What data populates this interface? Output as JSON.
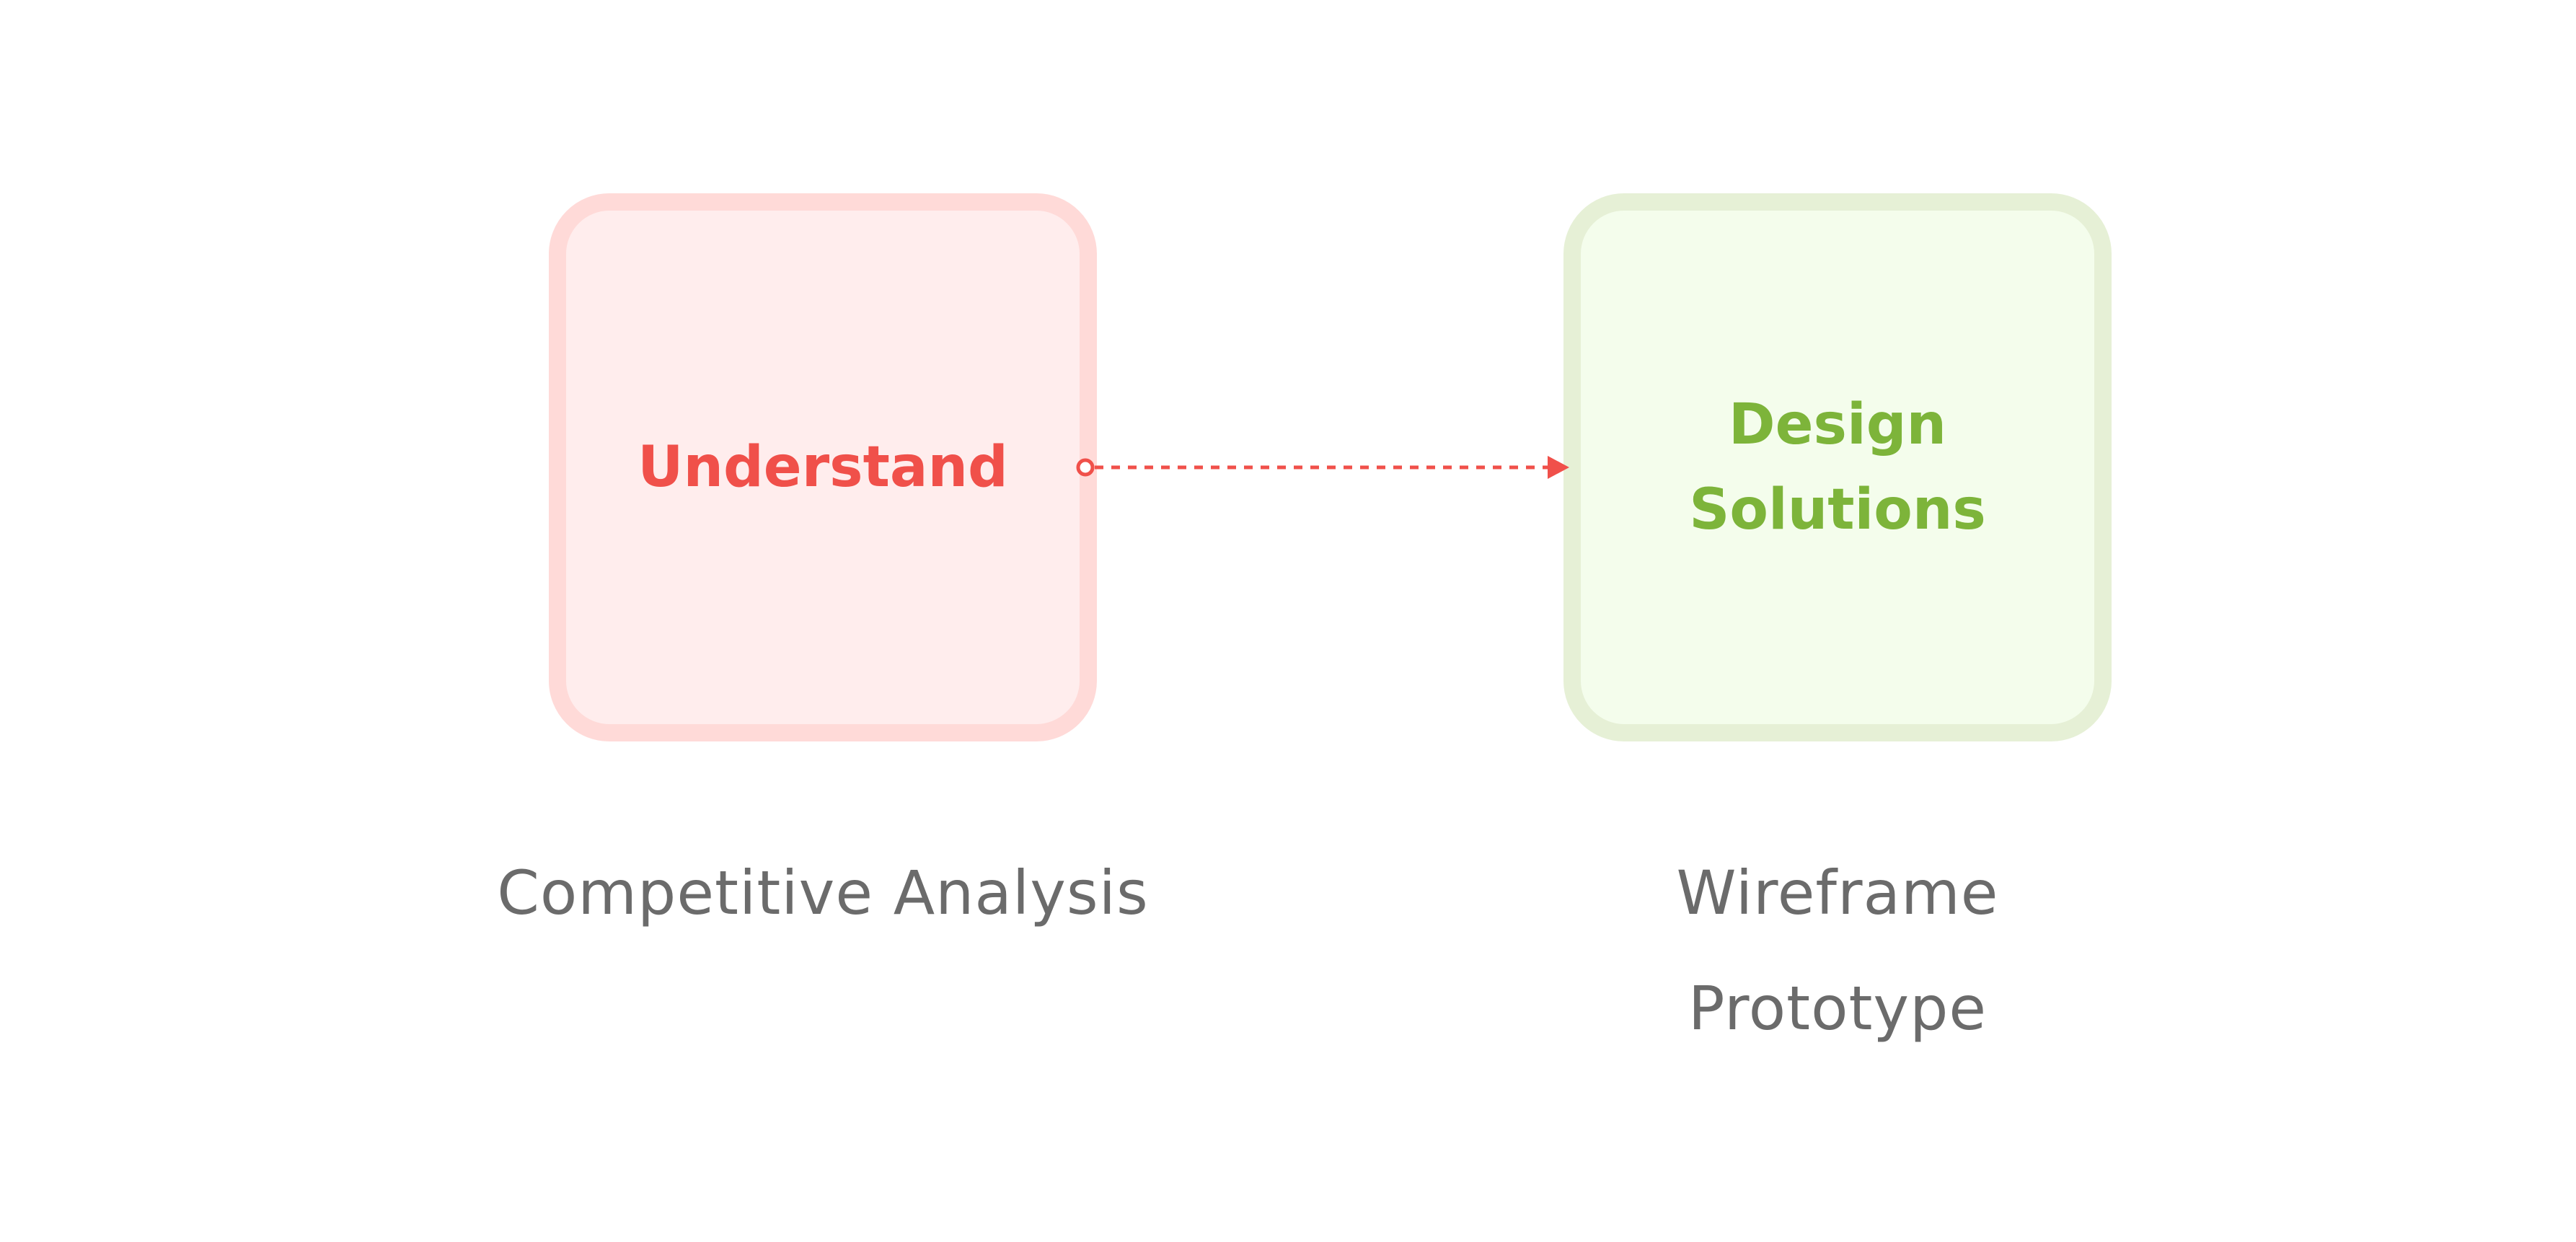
{
  "colors": {
    "background": "#ffffff",
    "understand_fill": "#ffeded",
    "understand_border": "#ffdad8",
    "understand_text": "#f0504a",
    "design_fill": "#f4fdec",
    "design_border": "#e6f0d6",
    "design_text": "#7db43a",
    "arrow": "#f0504a",
    "caption_text": "#6b6b6b"
  },
  "nodes": {
    "understand": {
      "title_lines": [
        "Understand"
      ]
    },
    "design": {
      "title_lines": [
        "Design",
        "Solutions"
      ]
    }
  },
  "edges": [
    {
      "from": "understand",
      "to": "design",
      "style": "dotted",
      "arrowhead": "filled-triangle",
      "tail": "open-circle"
    }
  ],
  "captions": {
    "understand": [
      "Competitive  Analysis"
    ],
    "design": [
      "Wireframe",
      "Prototype"
    ]
  }
}
